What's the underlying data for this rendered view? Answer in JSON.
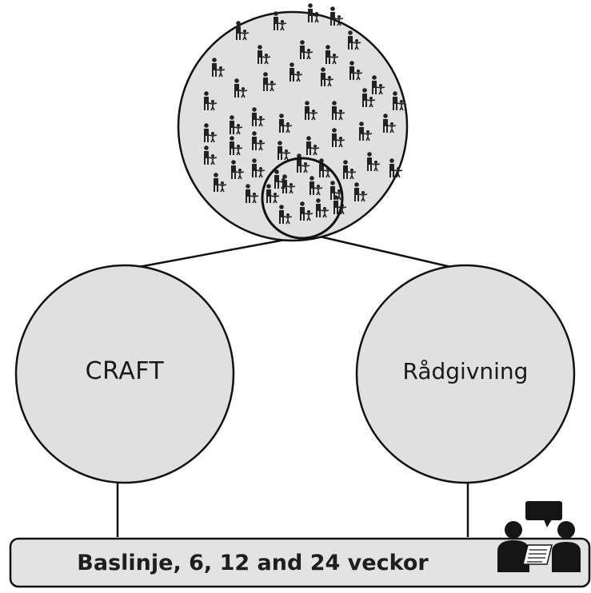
{
  "nodes": {
    "craft_label": "CRAFT",
    "radgivning_label": "Rådgivning"
  },
  "timeline": {
    "label": "Baslinje, 6, 12 and 24 veckor"
  },
  "icons": {
    "population": "people-crowd-icon",
    "sample": "sample-selection-icon",
    "consultation": "counseling-conversation-icon"
  },
  "colors": {
    "circle_fill": "#e0e0e0",
    "stroke": "#111111",
    "figure": "#222222",
    "bar_fill": "#e3e3e3"
  }
}
